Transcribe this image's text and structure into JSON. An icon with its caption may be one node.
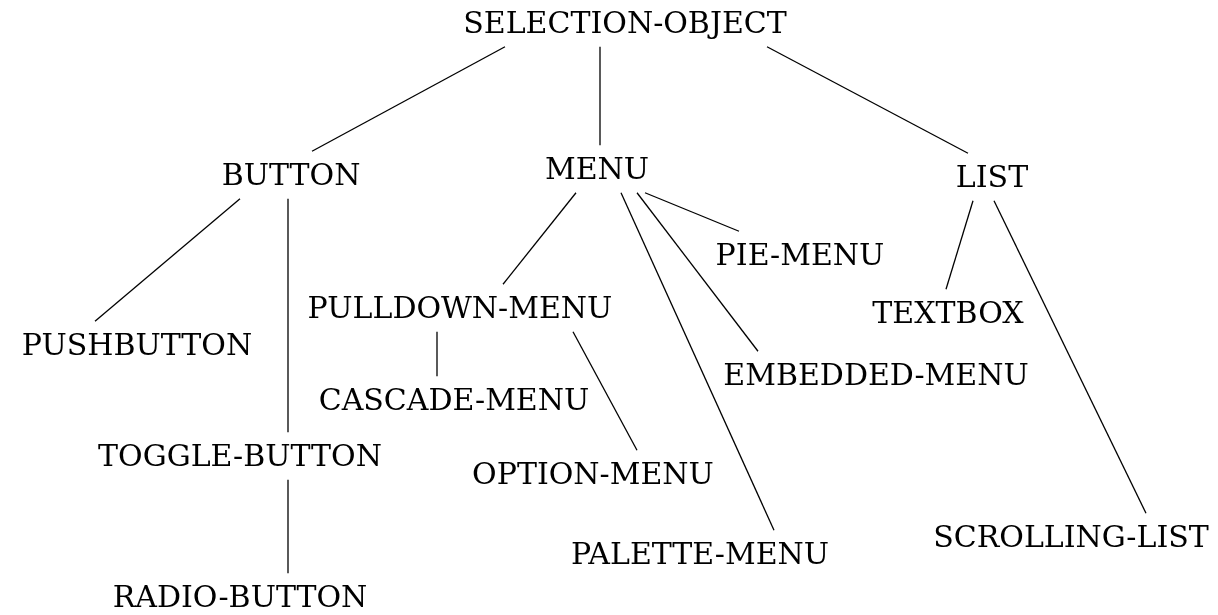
{
  "diagram": {
    "nodes": [
      {
        "text": [
          "SELECTION-OBJECT"
        ]
      },
      {
        "text": [
          "BUTTON"
        ]
      },
      {
        "text": [
          "MENU"
        ]
      },
      {
        "text": [
          "LIST"
        ]
      },
      {
        "text": [
          "PUSHBUTTON"
        ]
      },
      {
        "text": [
          "PULLDOWN-MENU"
        ]
      },
      {
        "text": [
          "PIE-MENU"
        ]
      },
      {
        "text": [
          "TEXTBOX"
        ]
      },
      {
        "text": [
          "CASCADE-MENU"
        ]
      },
      {
        "text": [
          "EMBEDDED-MENU"
        ]
      },
      {
        "text": [
          "TOGGLE-BUTTON"
        ]
      },
      {
        "text": [
          "OPTION-MENU"
        ]
      },
      {
        "text": [
          "PALETTE-MENU"
        ]
      },
      {
        "text": [
          "SCROLLING-LIST"
        ]
      },
      {
        "text": [
          "RADIO-BUTTON"
        ]
      }
    ],
    "edges": [
      {
        "from": 0,
        "to": 1,
        "arrow": "none"
      },
      {
        "from": 0,
        "to": 2,
        "arrow": "none"
      },
      {
        "from": 0,
        "to": 3,
        "arrow": "none"
      },
      {
        "from": 1,
        "to": 4,
        "arrow": "none"
      },
      {
        "from": 1,
        "to": 10,
        "arrow": "none"
      },
      {
        "from": 2,
        "to": 5,
        "arrow": "none"
      },
      {
        "from": 2,
        "to": 6,
        "arrow": "none"
      },
      {
        "from": 2,
        "to": 9,
        "arrow": "none"
      },
      {
        "from": 2,
        "to": 12,
        "arrow": "none"
      },
      {
        "from": 3,
        "to": 7,
        "arrow": "none"
      },
      {
        "from": 3,
        "to": 13,
        "arrow": "none"
      },
      {
        "from": 5,
        "to": 8,
        "arrow": "none"
      },
      {
        "from": 5,
        "to": 11,
        "arrow": "none"
      },
      {
        "from": 10,
        "to": 14,
        "arrow": "none"
      }
    ]
  }
}
